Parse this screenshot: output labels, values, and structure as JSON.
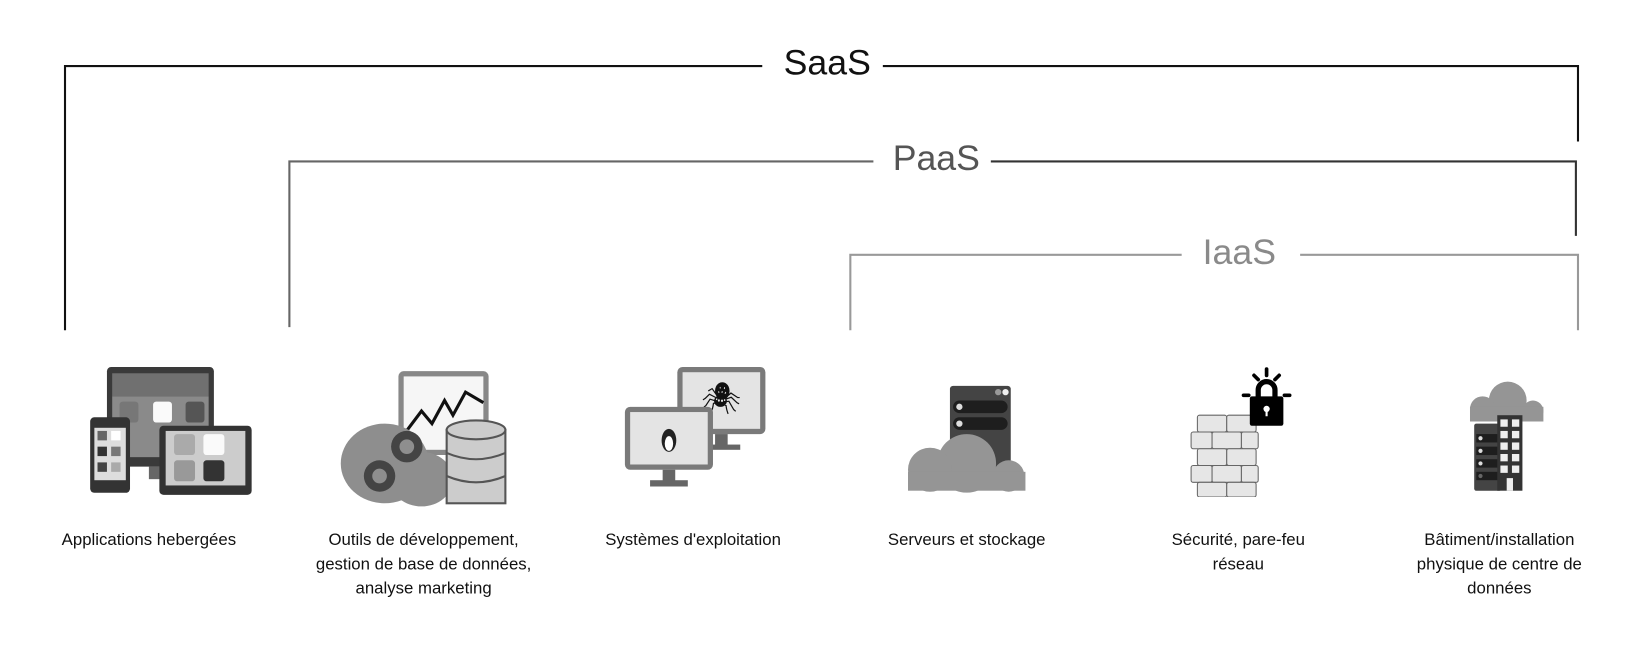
{
  "tiers": {
    "saas": {
      "label": "SaaS",
      "color": "#111111"
    },
    "paas": {
      "label": "PaaS",
      "color": "#555555"
    },
    "iaas": {
      "label": "IaaS",
      "color": "#8a8a8a"
    }
  },
  "components": [
    {
      "label": "Applications hebergées",
      "icon": "devices-icon"
    },
    {
      "label": "Outils de développement, gestion de base de données, analyse marketing",
      "icon": "dev-tools-icon"
    },
    {
      "label": "Systèmes d'exploitation",
      "icon": "operating-systems-icon"
    },
    {
      "label": "Serveurs et stockage",
      "icon": "server-cloud-icon"
    },
    {
      "label": "Sécurité, pare-feu réseau",
      "icon": "firewall-lock-icon"
    },
    {
      "label": "Bâtiment/installation physique de centre de données",
      "icon": "datacenter-building-icon"
    }
  ]
}
